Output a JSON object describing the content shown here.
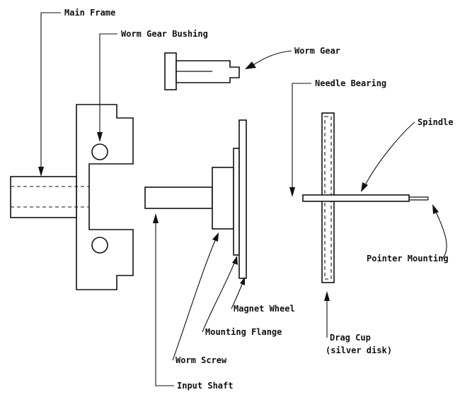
{
  "labels": {
    "main_frame": "Main Frame",
    "worm_gear_bushing": "Worm Gear Bushing",
    "worm_gear": "Worm Gear",
    "needle_bearing": "Needle Bearing",
    "spindle": "Spindle",
    "pointer_mounting": "Pointer Mounting",
    "magnet_wheel": "Magnet Wheel",
    "mounting_flange": "Mounting Flange",
    "worm_screw": "Worm Screw",
    "input_shaft": "Input Shaft",
    "drag_cup": "Drag Cup",
    "drag_cup_note": "(silver disk)"
  }
}
